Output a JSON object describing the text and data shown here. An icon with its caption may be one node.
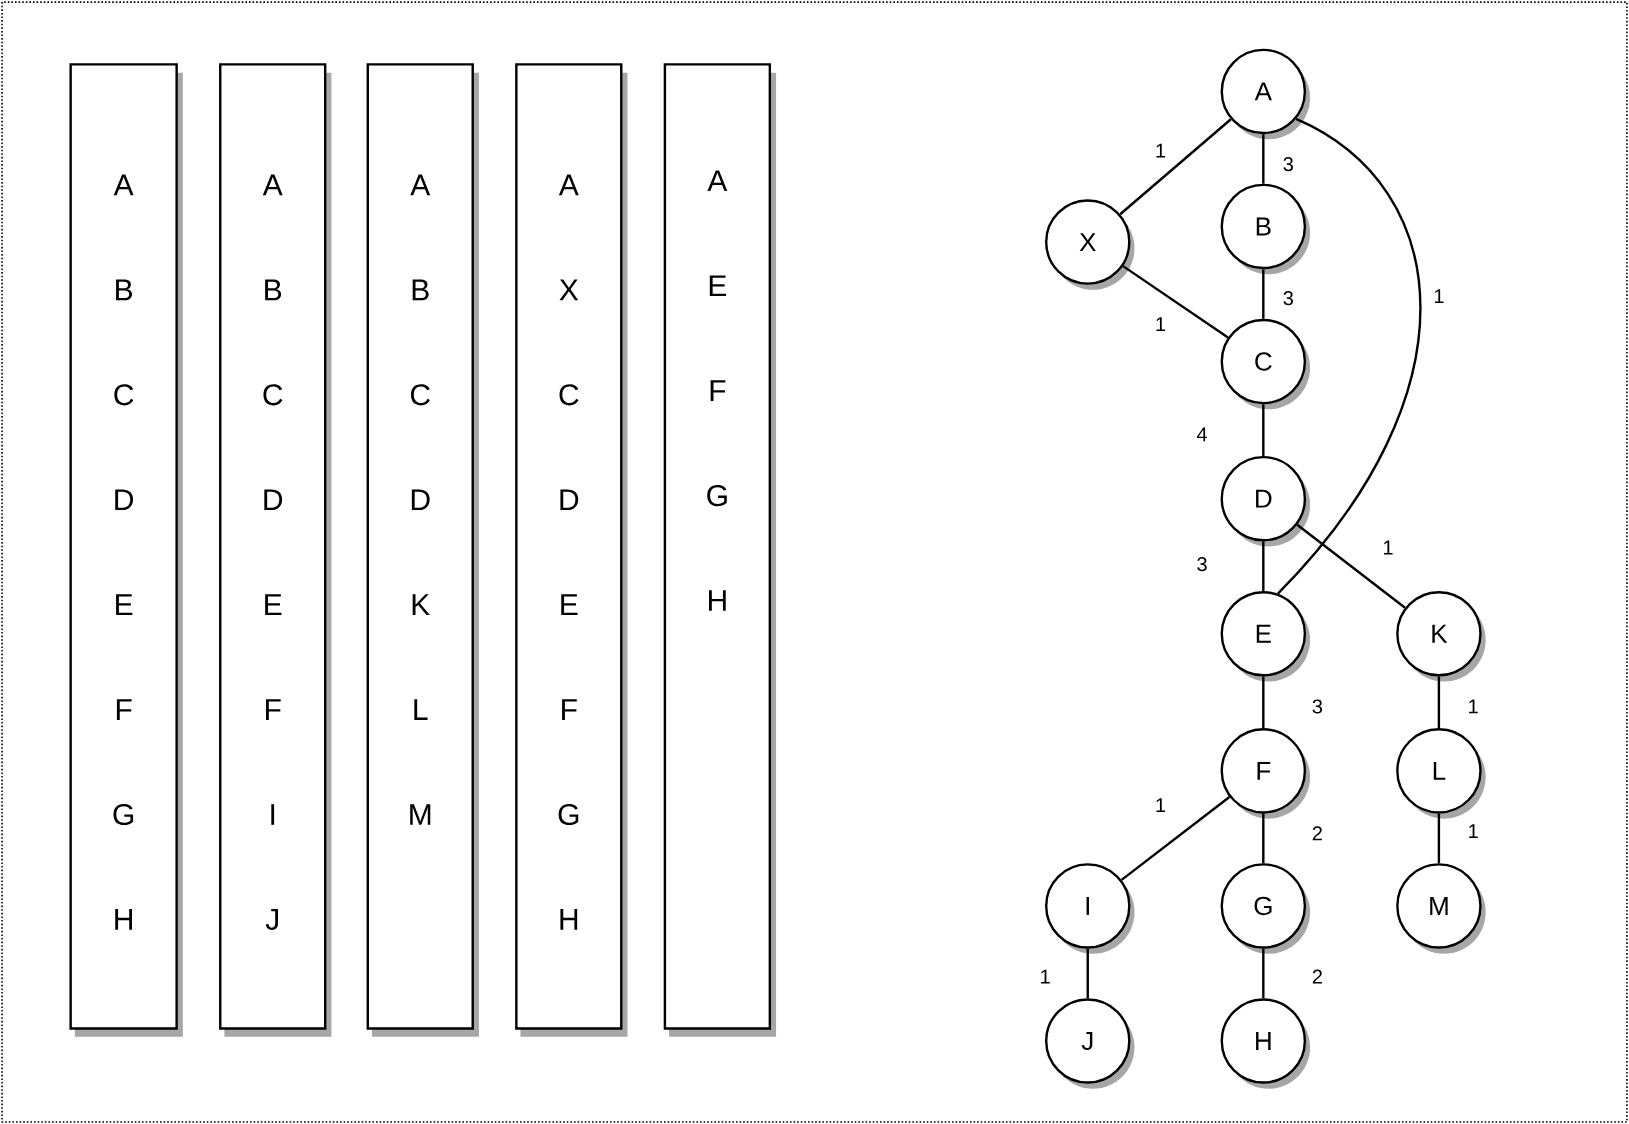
{
  "diagram": {
    "nodes": [
      {
        "text": [
          "A",
          "B",
          "C",
          "D",
          "E",
          "F",
          "G",
          "H"
        ]
      },
      {
        "text": [
          "A",
          "B",
          "C",
          "D",
          "E",
          "F",
          "I",
          "J"
        ]
      },
      {
        "text": [
          "A",
          "B",
          "C",
          "D",
          "K",
          "L",
          "M"
        ]
      },
      {
        "text": [
          "A",
          "X",
          "C",
          "D",
          "E",
          "F",
          "G",
          "H"
        ]
      },
      {
        "text": [
          "A",
          "E",
          "F",
          "G",
          "H"
        ]
      },
      {
        "text": [
          "A"
        ]
      },
      {
        "text": [
          "X"
        ]
      },
      {
        "text": [
          "B"
        ]
      },
      {
        "text": [
          "C"
        ]
      },
      {
        "text": [
          "D"
        ]
      },
      {
        "text": [
          "E"
        ]
      },
      {
        "text": [
          "K"
        ]
      },
      {
        "text": [
          "F"
        ]
      },
      {
        "text": [
          "L"
        ]
      },
      {
        "text": [
          "I"
        ]
      },
      {
        "text": [
          "G"
        ]
      },
      {
        "text": [
          "M"
        ]
      },
      {
        "text": [
          "J"
        ]
      },
      {
        "text": [
          "H"
        ]
      }
    ],
    "edges": [
      {
        "from": 5,
        "to": 6,
        "arrow": "none",
        "label": "1"
      },
      {
        "from": 5,
        "to": 7,
        "arrow": "none",
        "label": "3"
      },
      {
        "from": 5,
        "to": 10,
        "arrow": "none",
        "label": "1"
      },
      {
        "from": 6,
        "to": 8,
        "arrow": "none",
        "label": "1"
      },
      {
        "from": 7,
        "to": 8,
        "arrow": "none",
        "label": "3"
      },
      {
        "from": 8,
        "to": 9,
        "arrow": "none",
        "label": "4"
      },
      {
        "from": 9,
        "to": 10,
        "arrow": "none",
        "label": "3"
      },
      {
        "from": 9,
        "to": 11,
        "arrow": "none",
        "label": "1"
      },
      {
        "from": 10,
        "to": 12,
        "arrow": "none",
        "label": "3"
      },
      {
        "from": 11,
        "to": 13,
        "arrow": "none",
        "label": "1"
      },
      {
        "from": 12,
        "to": 14,
        "arrow": "none",
        "label": "1"
      },
      {
        "from": 12,
        "to": 15,
        "arrow": "none",
        "label": "2"
      },
      {
        "from": 13,
        "to": 16,
        "arrow": "none",
        "label": "1"
      },
      {
        "from": 14,
        "to": 17,
        "arrow": "none",
        "label": "1"
      },
      {
        "from": 15,
        "to": 18,
        "arrow": "none",
        "label": "2"
      }
    ]
  }
}
